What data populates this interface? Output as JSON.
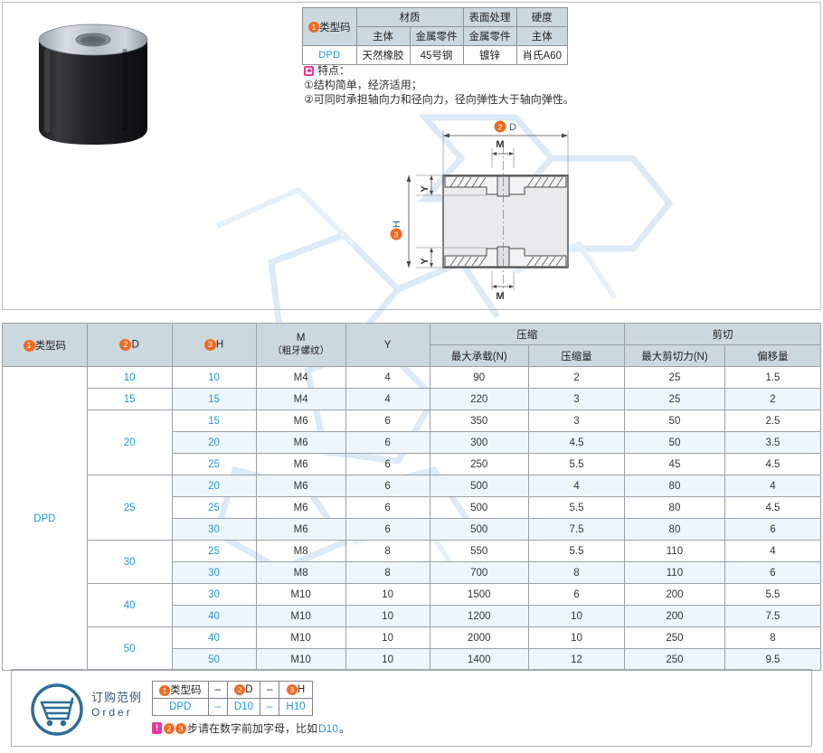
{
  "spec_table": {
    "header_row1": [
      "①类型码",
      "材质",
      "表面处理",
      "硬度"
    ],
    "header_row1_plain": {
      "type_code": "类型码",
      "material": "材质",
      "surface": "表面处理",
      "hardness": "硬度"
    },
    "header_row2": [
      "主体",
      "金属零件",
      "金属零件",
      "主体"
    ],
    "data_row": [
      "DPD",
      "天然橡胶",
      "45号钢",
      "镀锌",
      "肖氏A60"
    ]
  },
  "features": {
    "title": "特点：",
    "items": [
      "①结构简单，经济适用；",
      "②可同时承担轴向力和径向力，径向弹性大于轴向弹性。"
    ]
  },
  "drawing": {
    "dim_D": "D",
    "dim_D_num": "2",
    "dim_H": "H",
    "dim_H_num": "3",
    "dim_M_top": "M",
    "dim_M_bottom": "M",
    "dim_Y_top": "Y",
    "dim_Y_bottom": "Y"
  },
  "main_table": {
    "headers": {
      "type_code": "类型码",
      "type_code_num": "1",
      "d": "D",
      "d_num": "2",
      "h": "H",
      "h_num": "3",
      "m": "M",
      "m_sub": "（粗牙螺纹）",
      "y": "Y",
      "compression": "压缩",
      "shear": "剪切",
      "max_load": "最大承载(N)",
      "compression_amount": "压缩量",
      "max_shear": "最大剪切力(N)",
      "offset": "偏移量"
    },
    "type_code": "DPD",
    "d_groups": [
      {
        "d": "10",
        "rows": 1
      },
      {
        "d": "15",
        "rows": 1
      },
      {
        "d": "20",
        "rows": 3
      },
      {
        "d": "25",
        "rows": 3
      },
      {
        "d": "30",
        "rows": 2
      },
      {
        "d": "40",
        "rows": 2
      },
      {
        "d": "50",
        "rows": 2
      }
    ],
    "rows": [
      {
        "h": "10",
        "m": "M4",
        "y": "4",
        "max_load": "90",
        "comp": "2",
        "max_shear": "25",
        "offset": "1.5"
      },
      {
        "h": "15",
        "m": "M4",
        "y": "4",
        "max_load": "220",
        "comp": "3",
        "max_shear": "25",
        "offset": "2"
      },
      {
        "h": "15",
        "m": "M6",
        "y": "6",
        "max_load": "350",
        "comp": "3",
        "max_shear": "50",
        "offset": "2.5"
      },
      {
        "h": "20",
        "m": "M6",
        "y": "6",
        "max_load": "300",
        "comp": "4.5",
        "max_shear": "50",
        "offset": "3.5"
      },
      {
        "h": "25",
        "m": "M6",
        "y": "6",
        "max_load": "250",
        "comp": "5.5",
        "max_shear": "45",
        "offset": "4.5"
      },
      {
        "h": "20",
        "m": "M6",
        "y": "6",
        "max_load": "500",
        "comp": "4",
        "max_shear": "80",
        "offset": "4"
      },
      {
        "h": "25",
        "m": "M6",
        "y": "6",
        "max_load": "500",
        "comp": "5.5",
        "max_shear": "80",
        "offset": "4.5"
      },
      {
        "h": "30",
        "m": "M6",
        "y": "6",
        "max_load": "500",
        "comp": "7.5",
        "max_shear": "80",
        "offset": "6"
      },
      {
        "h": "25",
        "m": "M8",
        "y": "8",
        "max_load": "550",
        "comp": "5.5",
        "max_shear": "110",
        "offset": "4"
      },
      {
        "h": "30",
        "m": "M8",
        "y": "8",
        "max_load": "700",
        "comp": "8",
        "max_shear": "110",
        "offset": "6"
      },
      {
        "h": "30",
        "m": "M10",
        "y": "10",
        "max_load": "1500",
        "comp": "6",
        "max_shear": "200",
        "offset": "5.5"
      },
      {
        "h": "40",
        "m": "M10",
        "y": "10",
        "max_load": "1200",
        "comp": "10",
        "max_shear": "200",
        "offset": "7.5"
      },
      {
        "h": "40",
        "m": "M10",
        "y": "10",
        "max_load": "2000",
        "comp": "10",
        "max_shear": "250",
        "offset": "8"
      },
      {
        "h": "50",
        "m": "M10",
        "y": "10",
        "max_load": "1400",
        "comp": "12",
        "max_shear": "250",
        "offset": "9.5"
      }
    ]
  },
  "order": {
    "label_cn": "订购范例",
    "label_en": "Order",
    "header": {
      "type_code": "类型码",
      "type_code_num": "1",
      "dash1": "–",
      "d": "D",
      "d_num": "2",
      "dash2": "–",
      "h": "H",
      "h_num": "3"
    },
    "values": {
      "type_code": "DPD",
      "dash1": "–",
      "d": "D10",
      "dash2": "–",
      "h": "H10"
    },
    "note": {
      "n2": "2",
      "n3": "3",
      "text_a": "步请在数字前加字母，比如",
      "highlight": "D10",
      "text_b": "。"
    }
  },
  "colors": {
    "accent_blue": "#2196d8",
    "header_bg": "#ccd8e0",
    "alt_row": "#eef6fb",
    "orange": "#ef6b1f",
    "pink": "#e6399b",
    "cart_blue": "#2e6d96"
  }
}
